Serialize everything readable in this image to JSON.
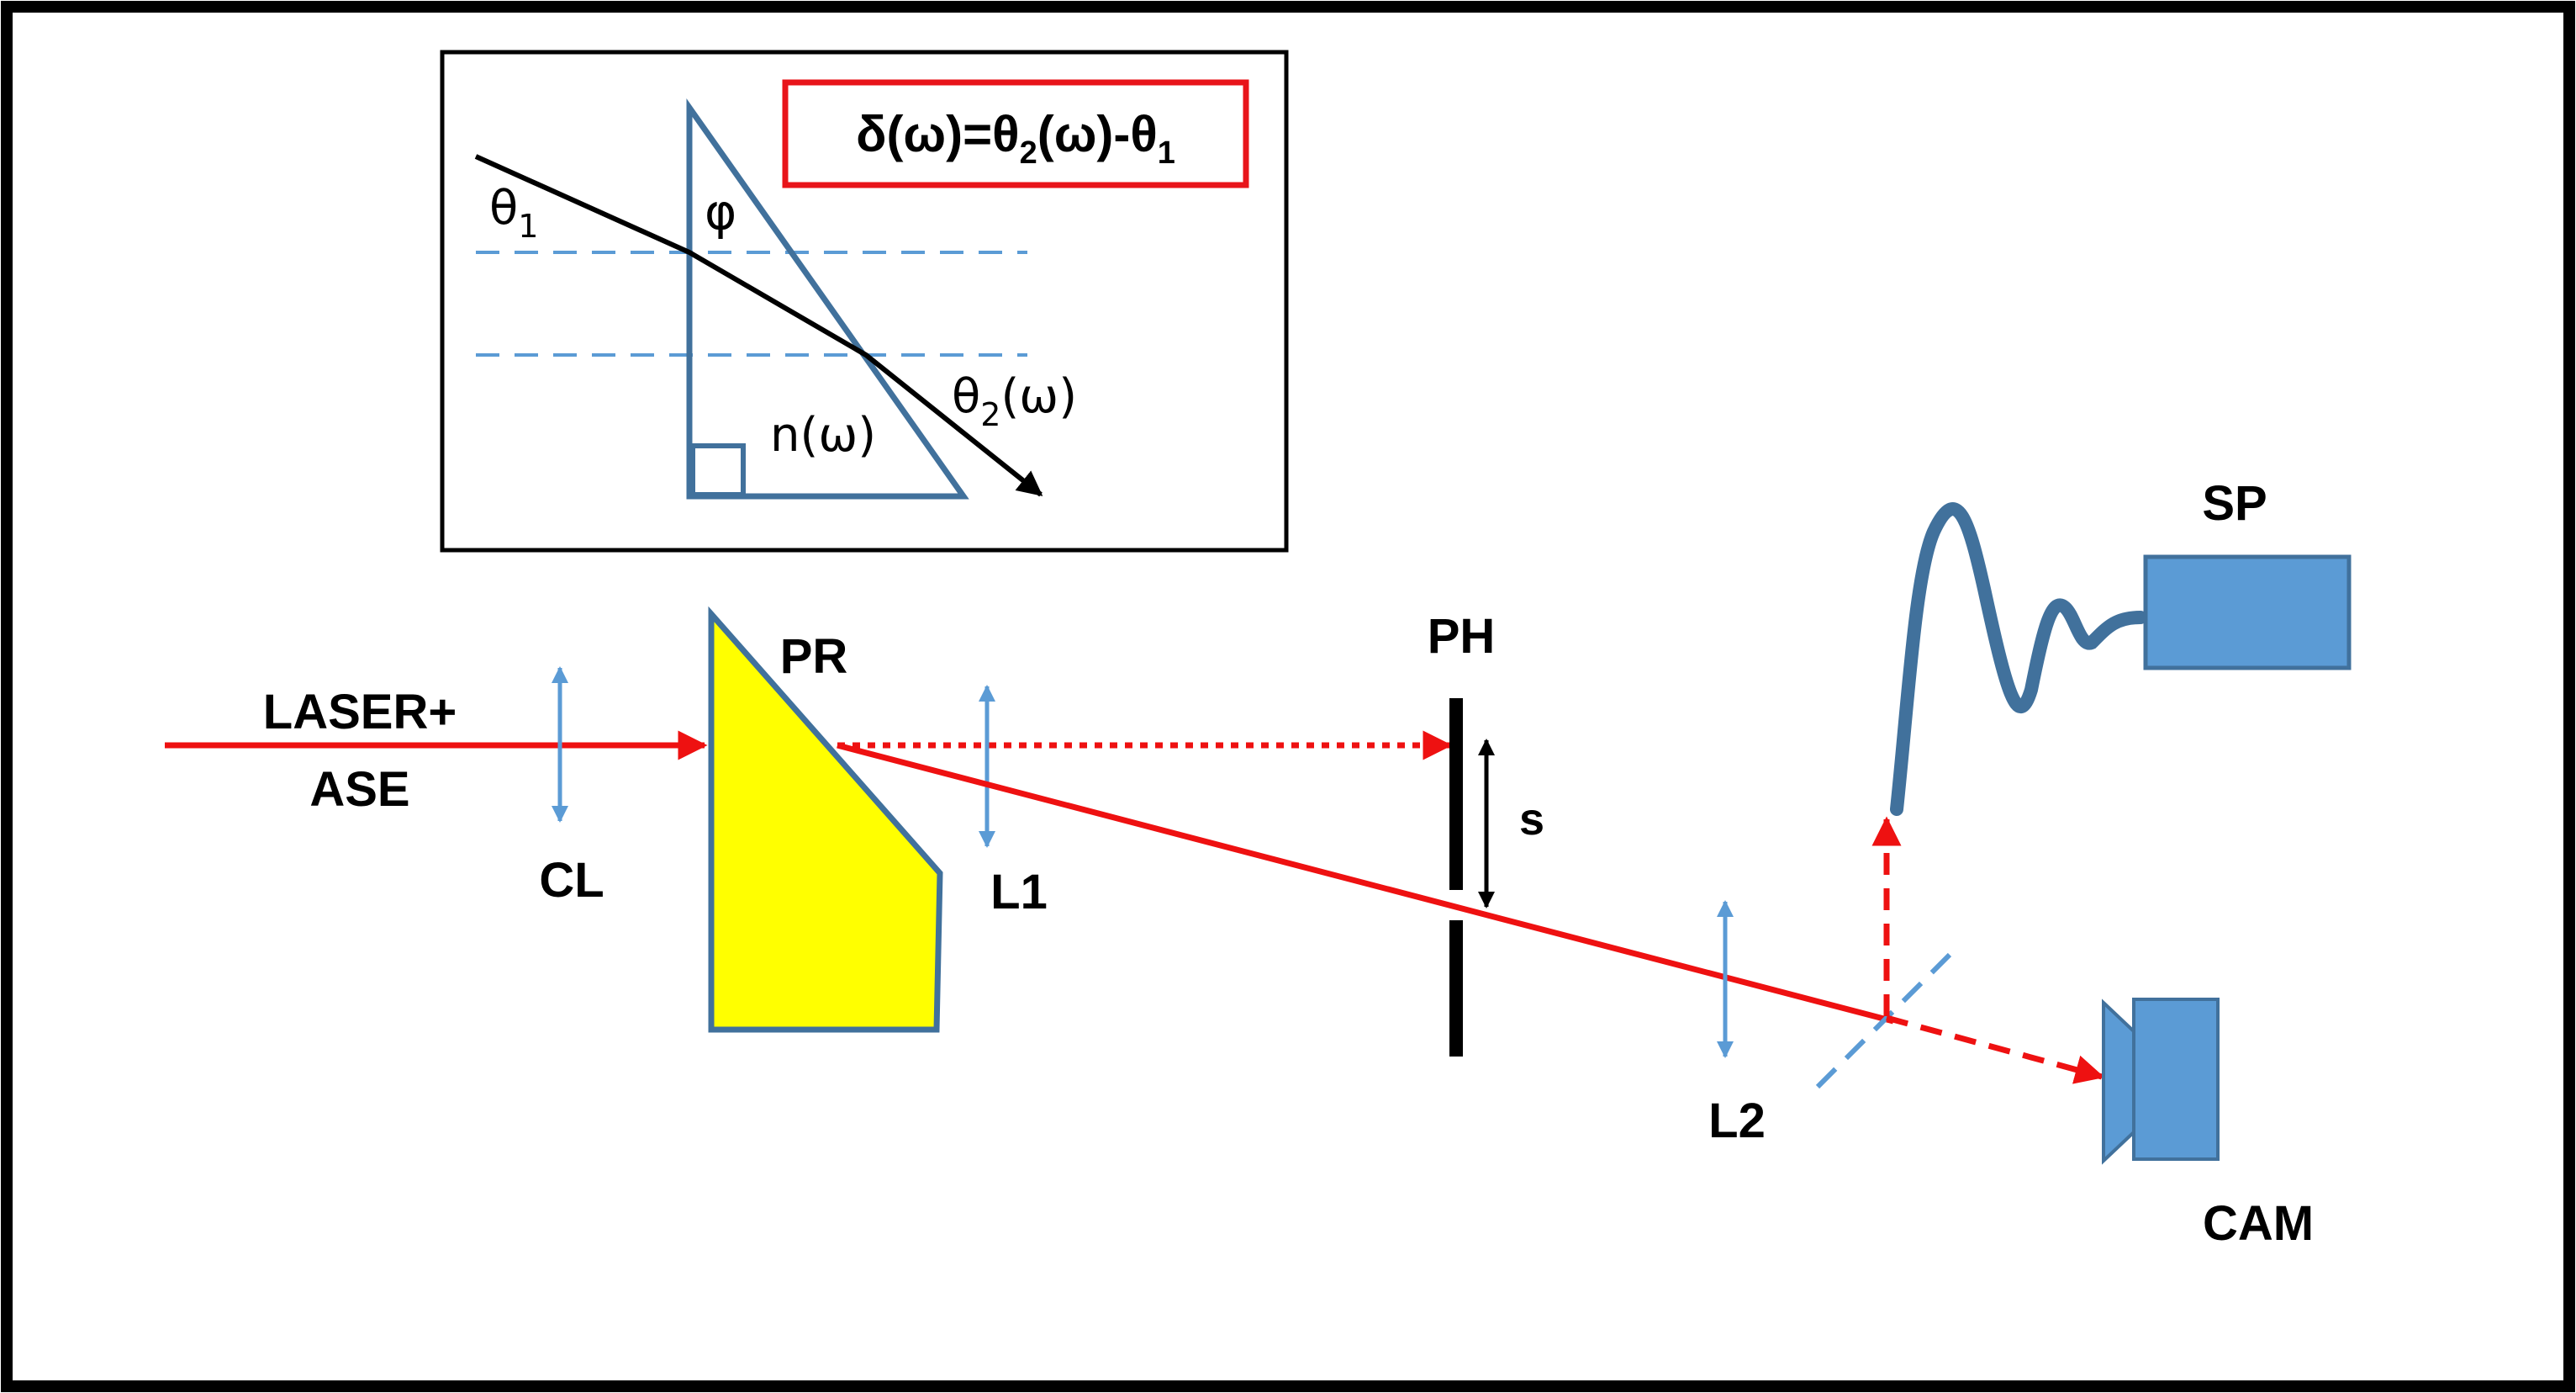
{
  "inset": {
    "formula": {
      "main": "δ(ω)=θ",
      "sub1": "2",
      "mid": "(ω)-θ",
      "sub2": "1"
    },
    "theta1": {
      "base": "θ",
      "sub": "1"
    },
    "phi": "φ",
    "theta2": {
      "base": "θ",
      "sub": "2",
      "tail": "(ω)"
    },
    "n_omega": "n(ω)"
  },
  "labels": {
    "source_line1": "LASER+",
    "source_line2": "ASE",
    "cylindrical_lens": "CL",
    "prism": "PR",
    "lens1": "L1",
    "pinhole": "PH",
    "slit_width": "s",
    "lens2": "L2",
    "spectrometer": "SP",
    "camera": "CAM"
  },
  "colors": {
    "beam": "#ee1111",
    "optic_blue": "#5b9bd5",
    "outline_blue": "#41719c",
    "prism_fill": "#ffff00",
    "device_fill": "#5b9bd5"
  }
}
